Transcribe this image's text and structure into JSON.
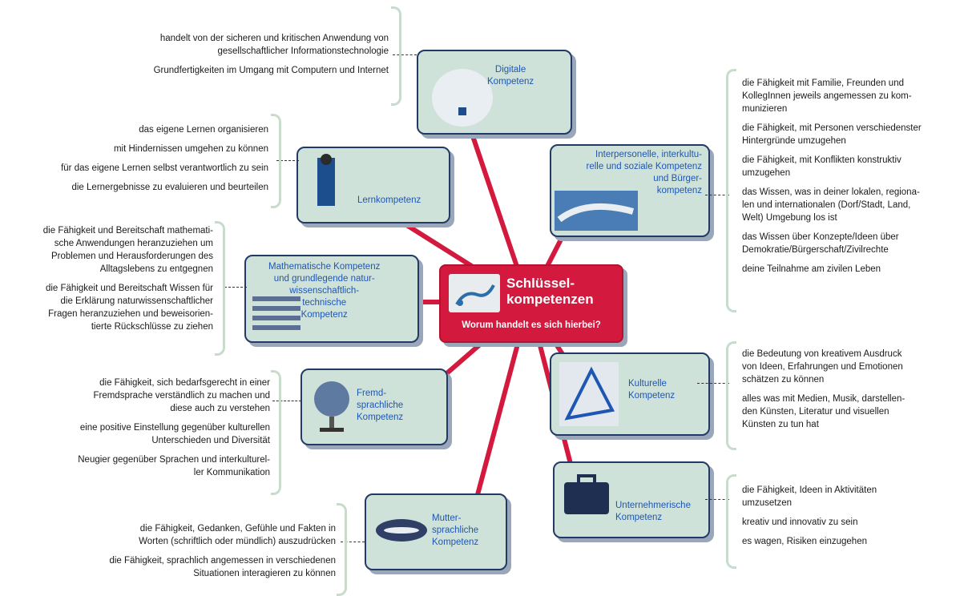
{
  "center": {
    "title": "Schlüssel-\nkompetenzen",
    "subtitle": "Worum handelt es sich hierbei?"
  },
  "nodes": {
    "digital": "Digitale\nKompetenz",
    "lern": "Lernkompetenz",
    "math": "Mathematische Kompetenz\nund grundlegende natur-\nwissenschaftlich-\ntechnische\nKompetenz",
    "fremd": "Fremd-\nsprachliche\nKompetenz",
    "mutter": "Mutter-\nsprachliche\nKompetenz",
    "inter": "Interpersonelle, interkultu-\nrelle und soziale Kompetenz\nund Bürger-\nkompetenz",
    "kultur": "Kulturelle\nKompetenz",
    "unternehmer": "Unternehmerische\nKompetenz"
  },
  "texts": {
    "digital": [
      "handelt von der sicheren und kritischen Anwendung von\ngesellschaftlicher Informationstechnologie",
      "Grundfertigkeiten im Umgang mit Computern und Internet"
    ],
    "lern": [
      "das eigene Lernen organisieren",
      "mit Hindernissen umgehen zu können",
      "für das eigene Lernen selbst verantwortlich zu sein",
      "die Lernergebnisse zu evaluieren und beurteilen"
    ],
    "math": [
      "die Fähigkeit und Bereitschaft mathemati-\nsche Anwendungen heranzuziehen um\nProblemen und Herausforderungen des\nAlltagslebens zu entgegnen",
      "die Fähigkeit und Bereitschaft Wissen für\ndie Erklärung naturwissenschaftlicher\nFragen heranzuziehen und beweisorien-\ntierte Rückschlüsse zu ziehen"
    ],
    "fremd": [
      "die Fähigkeit, sich bedarfsgerecht in einer\nFremdsprache verständlich zu machen und\ndiese auch zu verstehen",
      "eine positive Einstellung gegenüber kulturellen\nUnterschieden und Diversität",
      "Neugier gegenüber Sprachen und interkulturel-\nler Kommunikation"
    ],
    "mutter": [
      "die Fähigkeit, Gedanken, Gefühle und Fakten in\nWorten (schriftlich oder mündlich) auszudrücken",
      "die Fähigkeit, sprachlich angemessen in verschiedenen\nSituationen interagieren zu können"
    ],
    "inter": [
      "die Fähigkeit mit Familie, Freunden und\nKollegInnen jeweils angemessen zu kom-\nmunizieren",
      "die Fähigkeit, mit Personen verschiedenster\nHintergründe umzugehen",
      "die Fähigkeit, mit Konflikten konstruktiv\numzugehen",
      "das Wissen, was in deiner lokalen, regiona-\nlen und internationalen (Dorf/Stadt, Land,\nWelt) Umgebung los ist",
      "das Wissen über Konzepte/Ideen über\nDemokratie/Bürgerschaft/Zivilrechte",
      "deine Teilnahme am zivilen Leben"
    ],
    "kultur": [
      "die Bedeutung von kreativem Ausdruck\nvon Ideen, Erfahrungen und Emotionen\nschätzen zu können",
      "alles was mit Medien, Musik, darstellen-\nden Künsten, Literatur und visuellen\nKünsten zu tun hat"
    ],
    "unternehmer": [
      "die Fähigkeit, Ideen in Aktivitäten\numzusetzen",
      "kreativ und innovativ zu sein",
      "es wagen, Risiken einzugehen"
    ]
  },
  "colors": {
    "center": "#d4193f",
    "node_fill": "#cfe2da",
    "node_border": "#233a66",
    "node_title": "#1e56b4",
    "connector": "#d4193f",
    "brace": "#c9dccc"
  }
}
